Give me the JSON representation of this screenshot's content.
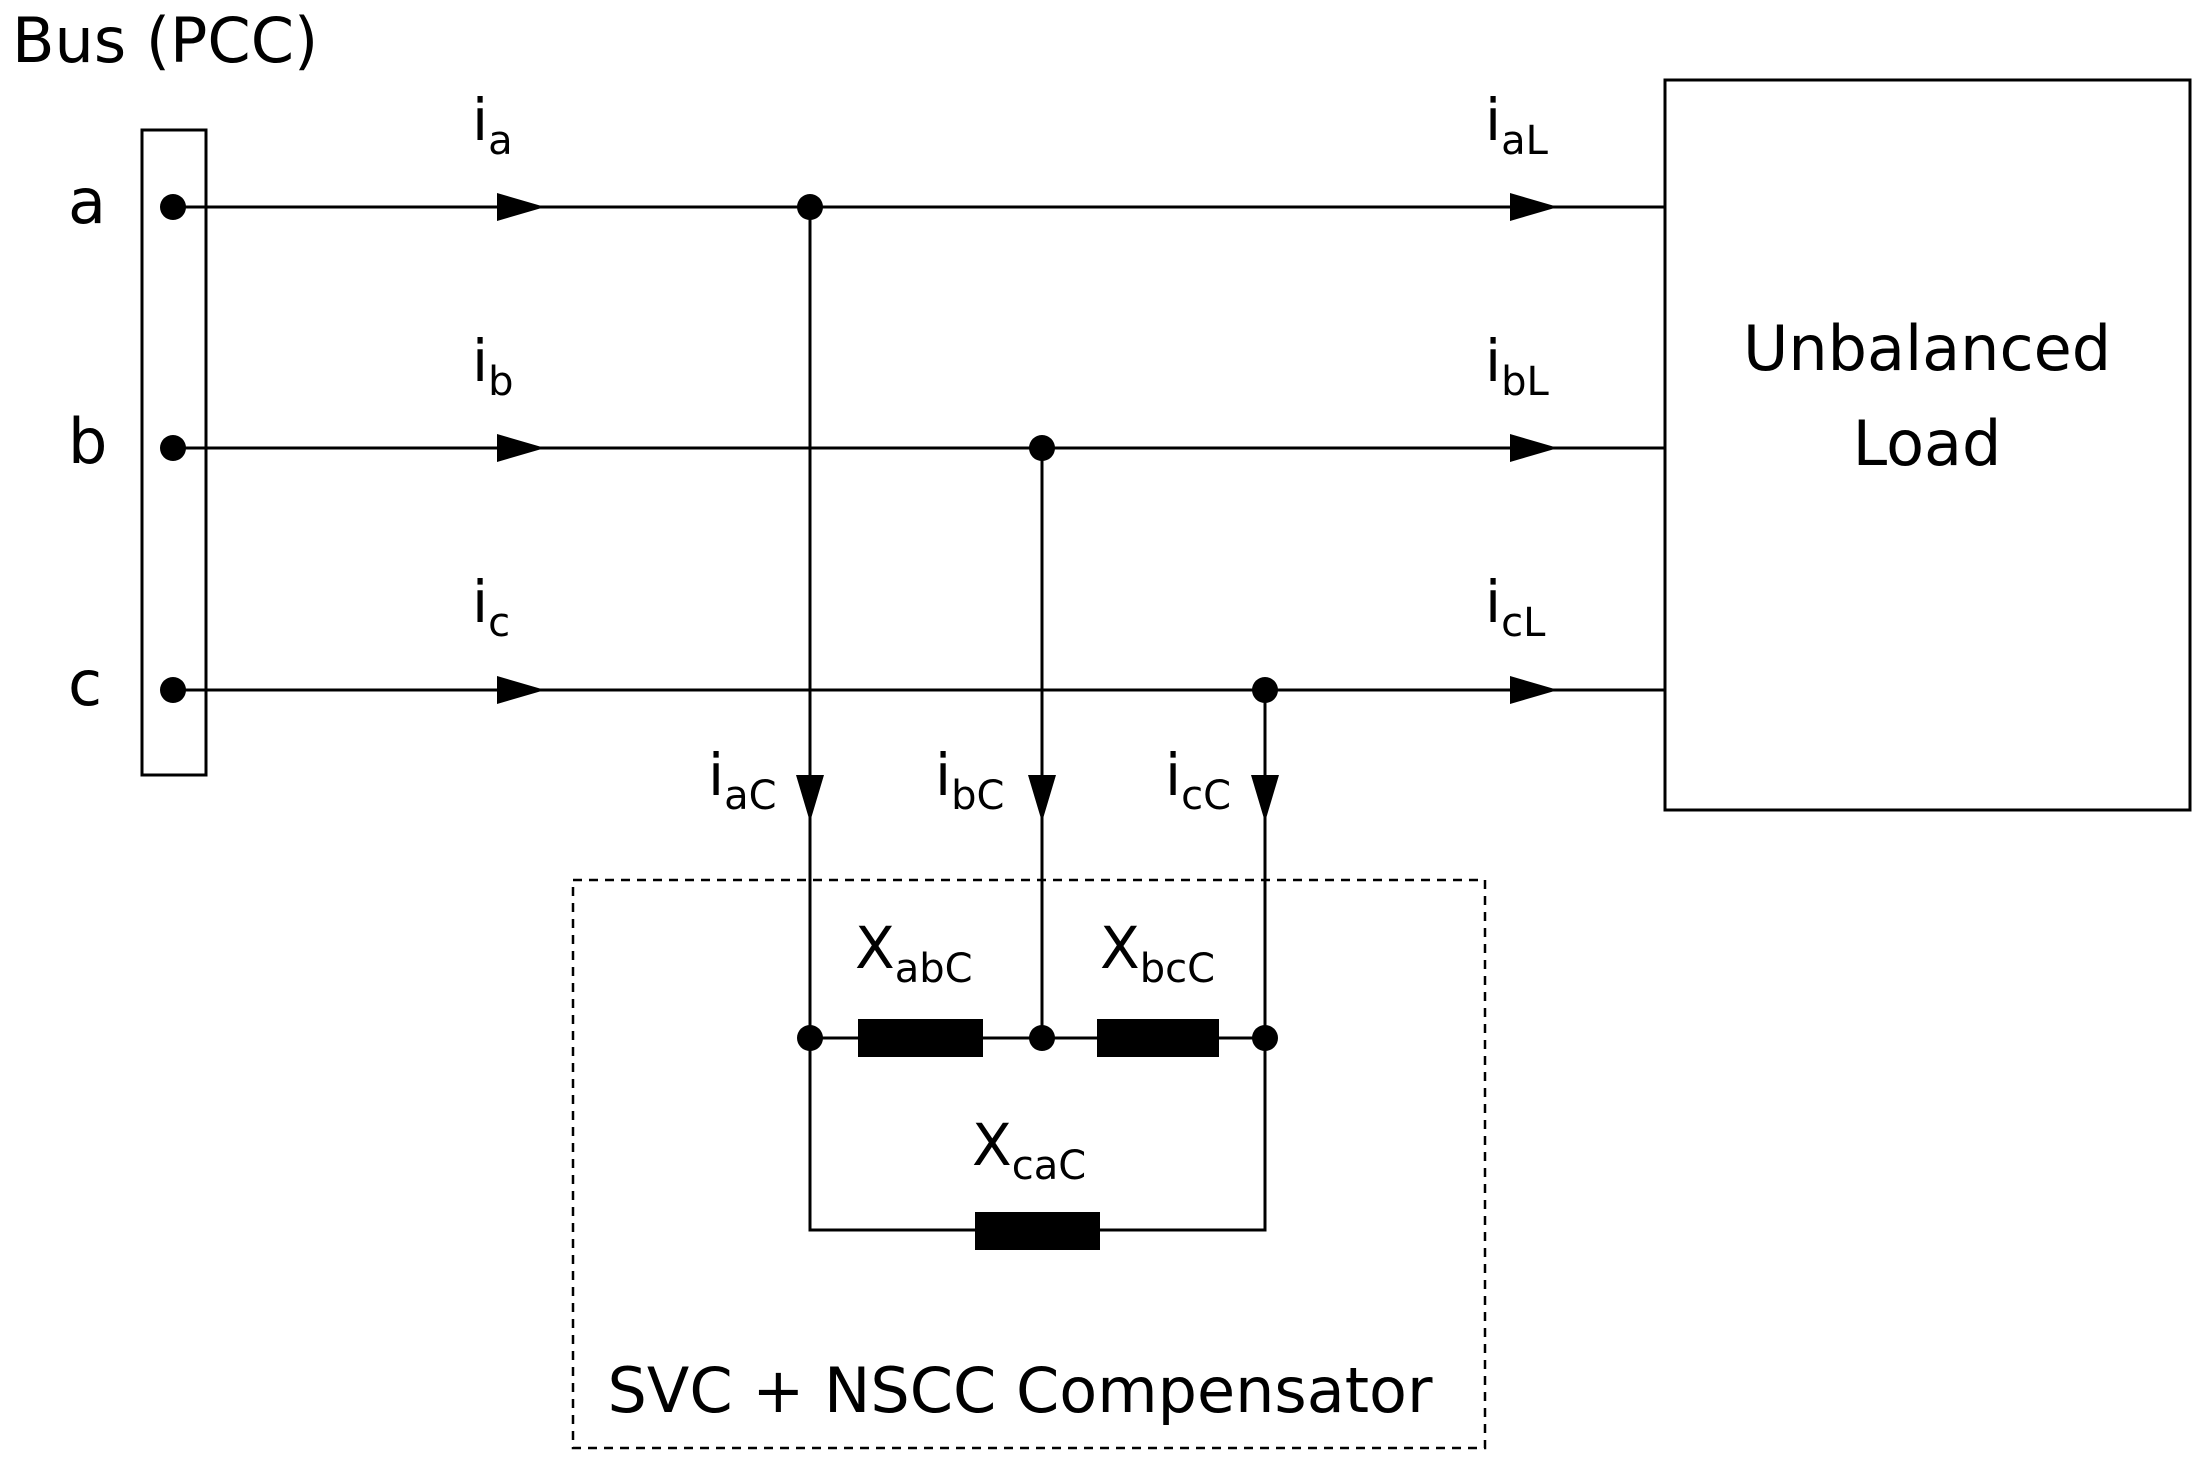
{
  "bus": {
    "label": "Bus (PCC)"
  },
  "phases": [
    {
      "label": "a",
      "current": "i",
      "current_sub": "a",
      "load_current": "i",
      "load_current_sub": "aL"
    },
    {
      "label": "b",
      "current": "i",
      "current_sub": "b",
      "load_current": "i",
      "load_current_sub": "bL"
    },
    {
      "label": "c",
      "current": "i",
      "current_sub": "c",
      "load_current": "i",
      "load_current_sub": "cL"
    }
  ],
  "load": {
    "line1": "Unbalanced",
    "line2": "Load"
  },
  "compensator_currents": [
    {
      "main": "i",
      "sub": "aC"
    },
    {
      "main": "i",
      "sub": "bC"
    },
    {
      "main": "i",
      "sub": "cC"
    }
  ],
  "reactances": {
    "ab": {
      "main": "X",
      "sub": "abC"
    },
    "bc": {
      "main": "X",
      "sub": "bcC"
    },
    "ca": {
      "main": "X",
      "sub": "caC"
    }
  },
  "compensator": {
    "label": "SVC + NSCC Compensator"
  }
}
